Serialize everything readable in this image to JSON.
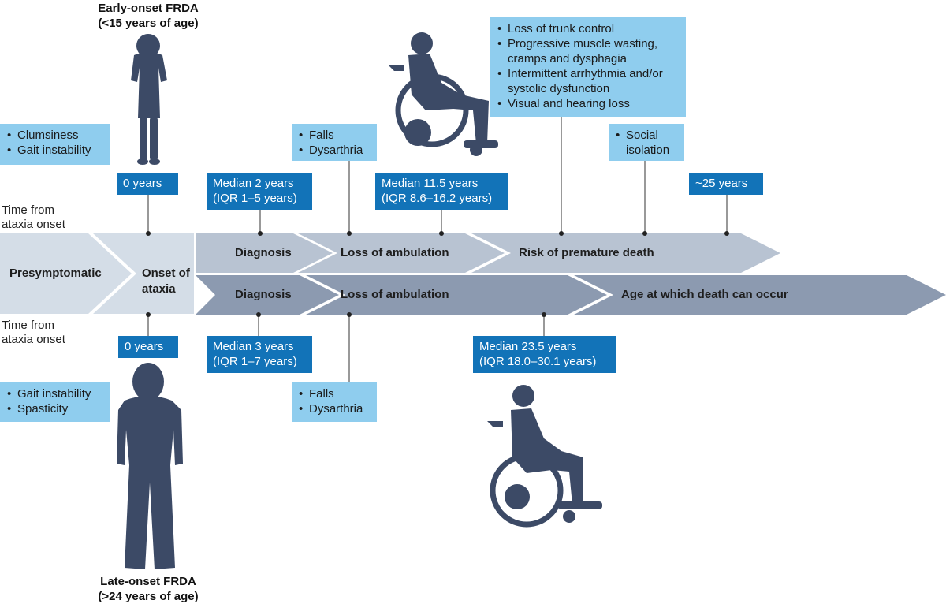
{
  "early_onset": {
    "title_line1": "Early-onset FRDA",
    "title_line2": "(<15 years of age)",
    "symptoms": [
      "Clumsiness",
      "Gait instability"
    ],
    "time_from_label_line1": "Time from",
    "time_from_label_line2": "ataxia onset",
    "onset_time": "0 years",
    "stages": [
      "Diagnosis",
      "Loss of ambulation",
      "Risk of premature death"
    ],
    "diagnosis_time_line1": "Median 2 years",
    "diagnosis_time_line2": "(IQR 1–5 years)",
    "ambulation_symptoms": [
      "Falls",
      "Dysarthria"
    ],
    "ambulation_time_line1": "Median 11.5 years",
    "ambulation_time_line2": "(IQR 8.6–16.2 years)",
    "late_symptoms": [
      "Loss of trunk control",
      "Progressive muscle wasting, cramps and dysphagia",
      "Intermittent arrhythmia and/or systolic dysfunction",
      "Visual and hearing loss"
    ],
    "social_symptoms": [
      "Social isolation"
    ],
    "death_time": "~25 years"
  },
  "shared": {
    "presymptomatic": "Presymptomatic",
    "onset_line1": "Onset of",
    "onset_line2": "ataxia"
  },
  "late_onset": {
    "title_line1": "Late-onset FRDA",
    "title_line2": "(>24 years of age)",
    "symptoms": [
      "Gait instability",
      "Spasticity"
    ],
    "time_from_label_line1": "Time from",
    "time_from_label_line2": "ataxia onset",
    "onset_time": "0 years",
    "stages": [
      "Diagnosis",
      "Loss of ambulation",
      "Age at which death can occur"
    ],
    "diagnosis_time_line1": "Median 3 years",
    "diagnosis_time_line2": "(IQR 1–7 years)",
    "ambulation_symptoms": [
      "Falls",
      "Dysarthria"
    ],
    "ambulation_time_line1": "Median 23.5 years",
    "ambulation_time_line2": "(IQR 18.0–30.1 years)"
  },
  "colors": {
    "dark_box": "#1273b8",
    "light_box": "#8fcdee",
    "figure": "#3c4a66",
    "upper_arrow": "#b8c3d2",
    "lower_arrow": "#8c9ab0",
    "shared_arrow": "#d4dde7"
  },
  "icons": [
    "child-figure-icon",
    "adult-figure-icon",
    "wheelchair-user-icon"
  ]
}
